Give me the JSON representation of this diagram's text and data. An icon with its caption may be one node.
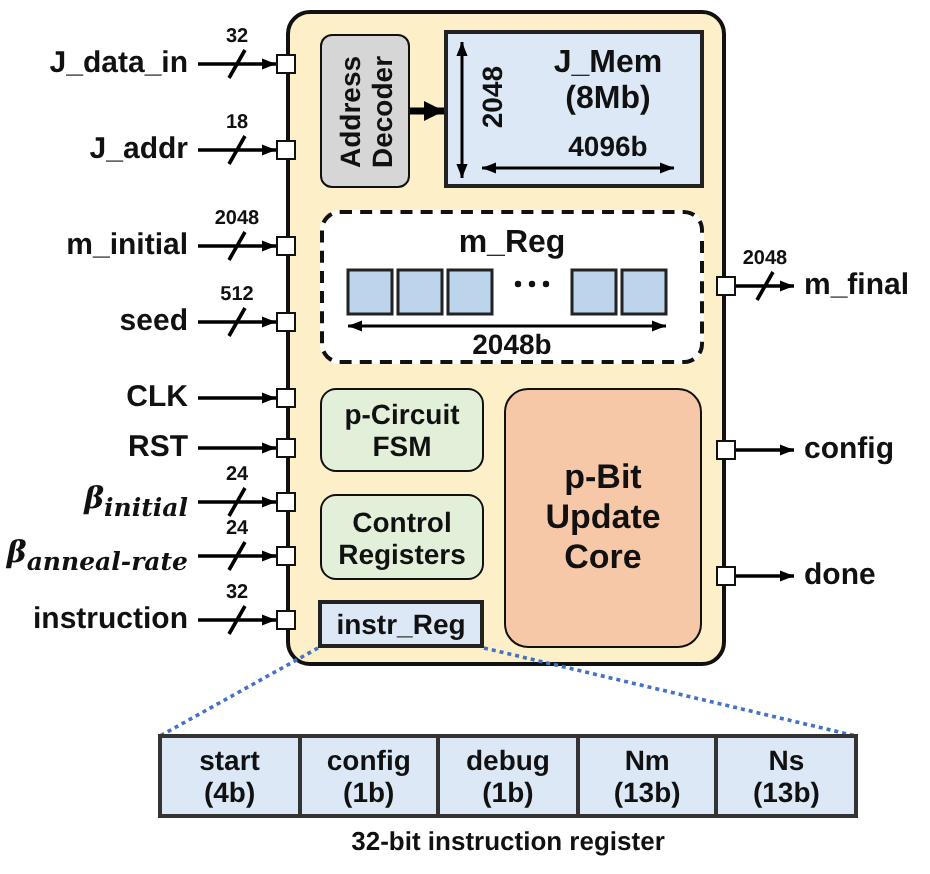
{
  "diagram": {
    "caption": "32-bit instruction register",
    "nodes": [
      {
        "text": [],
        "shape": "box"
      },
      {
        "text": [
          "Address Decoder"
        ],
        "in": 0
      },
      {
        "text": [
          "J_Mem (8Mb)",
          "2048",
          "4096b"
        ],
        "in": 0
      },
      {
        "text": [
          "m_Reg",
          "2048b"
        ],
        "in": 0
      },
      {
        "text": [
          "p-Circuit FSM"
        ],
        "in": 0
      },
      {
        "text": [
          "Control Registers"
        ],
        "in": 0
      },
      {
        "text": [
          "instr_Reg"
        ],
        "in": 0
      },
      {
        "text": [
          "p-Bit Update Core"
        ],
        "in": 0
      },
      {
        "text": [
          "J_data_in"
        ]
      },
      {
        "text": [
          "J_addr"
        ]
      },
      {
        "text": [
          "m_initial"
        ]
      },
      {
        "text": [
          "seed"
        ]
      },
      {
        "text": [
          "CLK"
        ]
      },
      {
        "text": [
          "RST"
        ]
      },
      {
        "text": [
          "β$_{initial}$"
        ]
      },
      {
        "text": [
          "β$_{anneal-rate}$"
        ]
      },
      {
        "text": [
          "instruction"
        ]
      },
      {
        "text": [],
        "shape": "box"
      },
      {
        "text": [],
        "shape": "box"
      },
      {
        "text": [],
        "shape": "box"
      },
      {
        "text": [],
        "shape": "box"
      },
      {
        "text": [],
        "shape": "box"
      },
      {
        "text": [],
        "shape": "box"
      },
      {
        "text": [],
        "shape": "box"
      },
      {
        "text": [],
        "shape": "box"
      },
      {
        "text": [],
        "shape": "box"
      },
      {
        "text": [],
        "shape": "box"
      },
      {
        "text": [],
        "shape": "box"
      },
      {
        "text": [],
        "shape": "box"
      },
      {
        "text": [
          "m_final"
        ]
      },
      {
        "text": [
          "config"
        ]
      },
      {
        "text": [
          "done"
        ]
      },
      {
        "text": [],
        "shape": "box"
      },
      {
        "text": [
          "start (4b)"
        ],
        "in": 32
      },
      {
        "text": [
          "config (1b)"
        ],
        "in": 32
      },
      {
        "text": [
          "debug (1b)"
        ],
        "in": 32
      },
      {
        "text": [
          "Nm (13b)"
        ],
        "in": 32
      },
      {
        "text": [
          "Ns (13b)"
        ],
        "in": 32
      }
    ],
    "edges": [
      {
        "from": 8,
        "to": 17,
        "arrow": "to",
        "label": "32"
      },
      {
        "from": 9,
        "to": 18,
        "arrow": "to",
        "label": "18"
      },
      {
        "from": 10,
        "to": 19,
        "arrow": "to",
        "label": "2048"
      },
      {
        "from": 11,
        "to": 20,
        "arrow": "to",
        "label": "512"
      },
      {
        "from": 12,
        "to": 21,
        "arrow": "to"
      },
      {
        "from": 13,
        "to": 22,
        "arrow": "to"
      },
      {
        "from": 14,
        "to": 23,
        "arrow": "to",
        "label": "24"
      },
      {
        "from": 15,
        "to": 24,
        "arrow": "to",
        "label": "24"
      },
      {
        "from": 16,
        "to": 25,
        "arrow": "to",
        "label": "32"
      },
      {
        "from": 26,
        "to": 29,
        "arrow": "to",
        "label": "2048"
      },
      {
        "from": 27,
        "to": 30,
        "arrow": "to"
      },
      {
        "from": 28,
        "to": 31,
        "arrow": "to"
      },
      {
        "from": 1,
        "to": 2,
        "arrow": "to",
        "style": "thick"
      },
      {
        "from": 6,
        "to": 32,
        "arrow": "none",
        "style": "dashed",
        "color": "#4472c4"
      },
      {
        "from": 6,
        "to": 32,
        "arrow": "none",
        "style": "dashed",
        "color": "#4472c4"
      }
    ]
  }
}
